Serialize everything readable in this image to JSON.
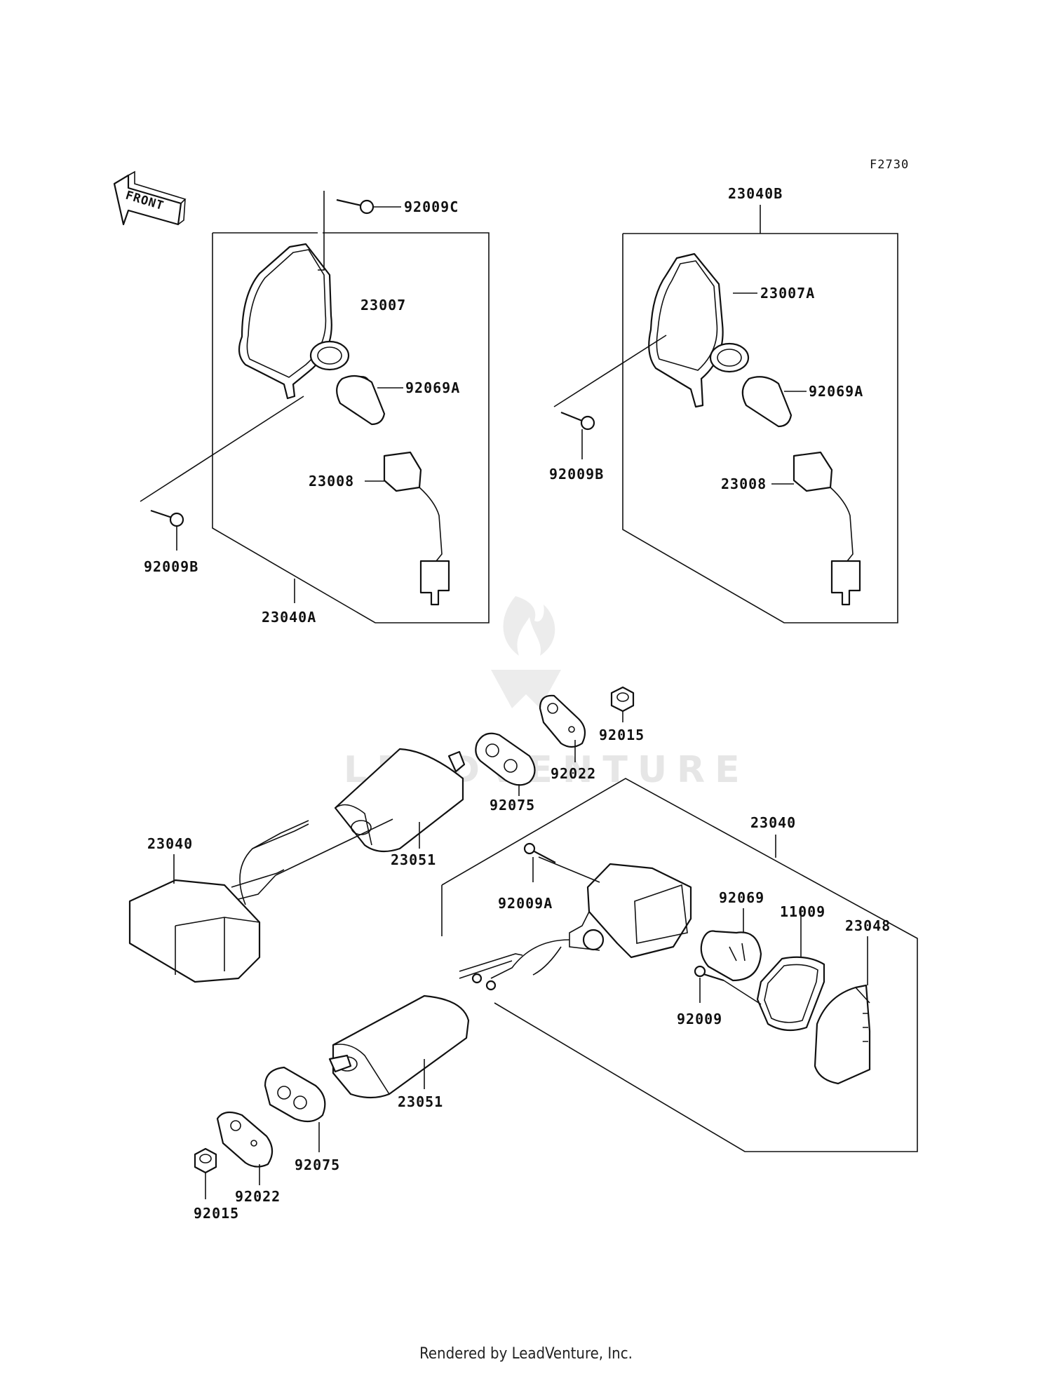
{
  "figure_code": "F2730",
  "front_label": "FRONT",
  "watermark": "LEADVENTURE",
  "footer": "Rendered by LeadVenture, Inc.",
  "labels": {
    "p92009C": "92009C",
    "p23007": "23007",
    "p92069A_left": "92069A",
    "p23008_left": "23008",
    "p92009B_left": "92009B",
    "p23040A": "23040A",
    "p23040B": "23040B",
    "p23007A": "23007A",
    "p92069A_right": "92069A",
    "p92009B_right": "92009B",
    "p23008_right": "23008",
    "p92015_top": "92015",
    "p92022_top": "92022",
    "p92075_top": "92075",
    "p23051_top": "23051",
    "p23040_left": "23040",
    "p23040_right": "23040",
    "p92009A": "92009A",
    "p92069": "92069",
    "p11009": "11009",
    "p23048": "23048",
    "p92009": "92009",
    "p23051_bottom": "23051",
    "p92075_bottom": "92075",
    "p92022_bottom": "92022",
    "p92015_bottom": "92015"
  }
}
